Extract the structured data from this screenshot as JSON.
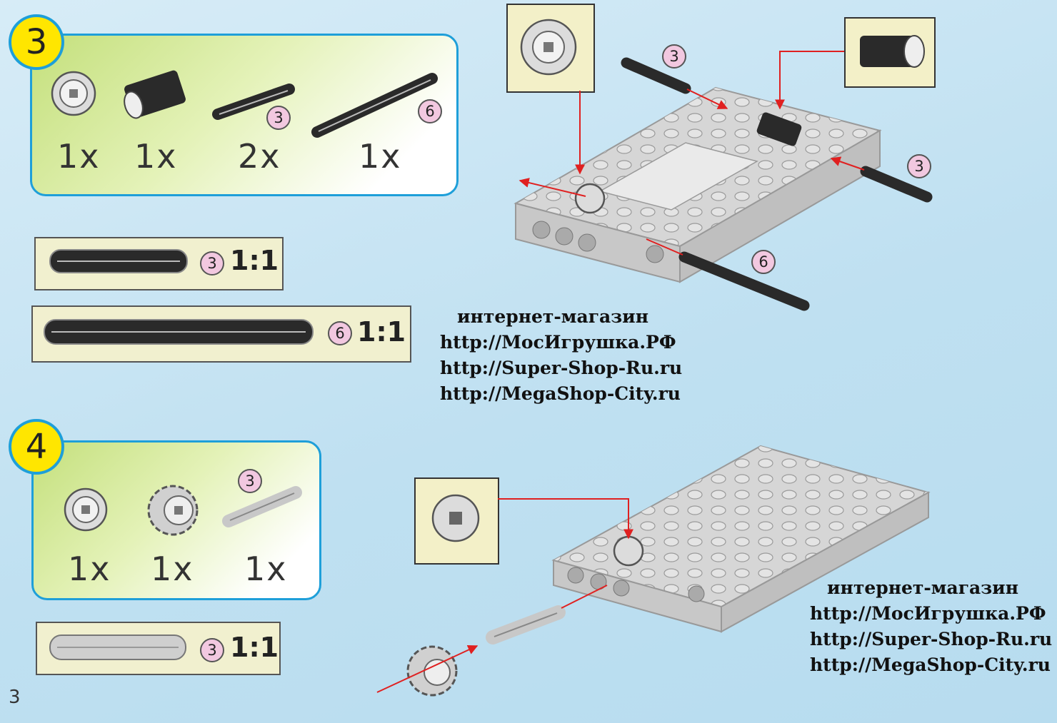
{
  "step3": {
    "number": "3",
    "parts": [
      {
        "name": "gear-8t",
        "qty": "1x"
      },
      {
        "name": "axle-connector",
        "qty": "1x"
      },
      {
        "name": "axle-3",
        "qty": "2x",
        "size": "3"
      },
      {
        "name": "axle-6",
        "qty": "1x",
        "size": "6"
      }
    ],
    "scales": [
      {
        "size": "3",
        "ratio": "1:1"
      },
      {
        "size": "6",
        "ratio": "1:1"
      }
    ],
    "assembly_labels": [
      "3",
      "3",
      "6"
    ]
  },
  "step4": {
    "number": "4",
    "parts": [
      {
        "name": "gear-8t",
        "qty": "1x"
      },
      {
        "name": "gear-12t",
        "qty": "1x"
      },
      {
        "name": "axle-3-grey",
        "qty": "1x",
        "size": "3"
      }
    ],
    "scales": [
      {
        "size": "3",
        "ratio": "1:1"
      }
    ]
  },
  "watermark_top": {
    "line1": "интернет-магазин",
    "line2": "http://МосИгрушка.РФ",
    "line3": "http://Super-Shop-Ru.ru",
    "line4": "http://MegaShop-City.ru"
  },
  "watermark_bottom": {
    "line1": "интернет-магазин",
    "line2": "http://МосИгрушка.РФ",
    "line3": "http://Super-Shop-Ru.ru",
    "line4": "http://MegaShop-City.ru"
  },
  "page_number": "3",
  "colors": {
    "panel_border": "#1e9fd9",
    "badge_fill": "#ffe600",
    "size_marker": "#f2c8e0",
    "guide_arrow": "#e02020",
    "brick_grey": "#cfcfcf",
    "axle_black": "#2a2a2a"
  }
}
